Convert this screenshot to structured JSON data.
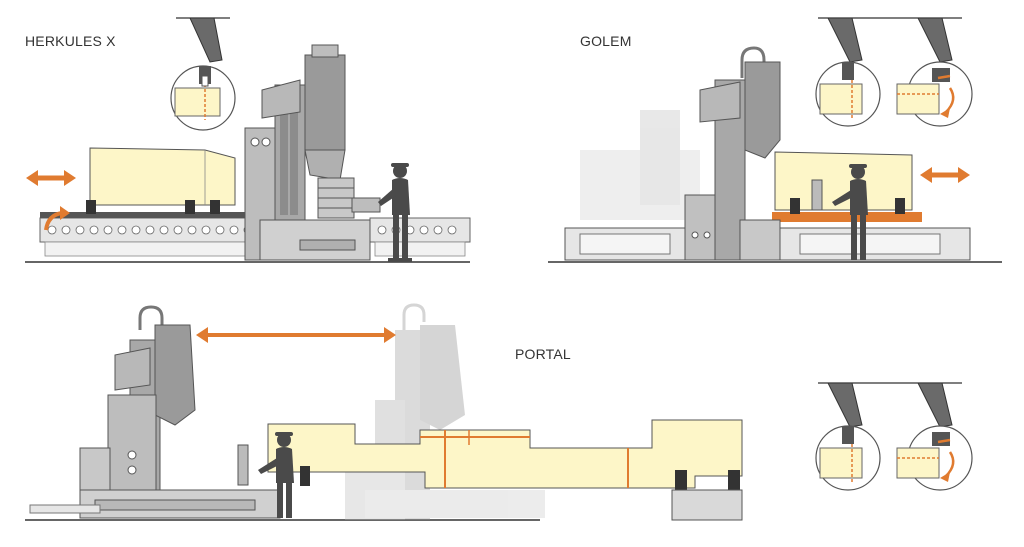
{
  "labels": {
    "herkules": "HERKULES X",
    "golem": "GOLEM",
    "portal": "PORTAL"
  },
  "colors": {
    "accent": "#e07b30",
    "workpiece": "#fdf6c8",
    "machine": "#9a9a9a",
    "machine_dark": "#5a5a5a",
    "ghost": "#d9d9d9",
    "operator": "#4a4a4a"
  },
  "icons": {
    "move_arrow": "double-arrow-icon",
    "rotate_arrow": "curved-arrow-icon",
    "saw_detail": "saw-detail-circle-icon"
  }
}
